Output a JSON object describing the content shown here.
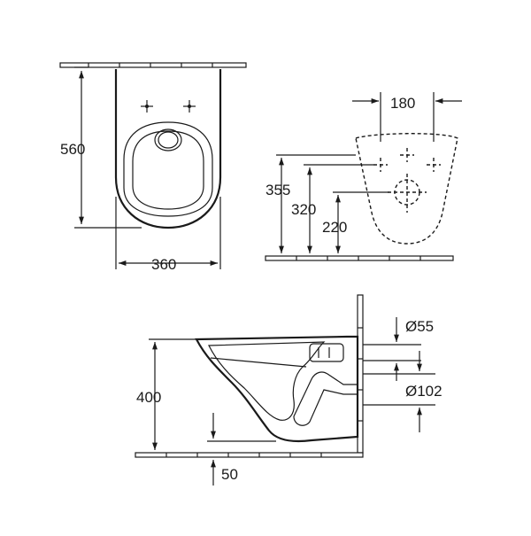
{
  "dimensions": {
    "top_depth": "560",
    "top_width": "360",
    "bolt_spacing": "180",
    "height_355": "355",
    "height_320": "320",
    "height_220": "220",
    "rim_height": "400",
    "drain_offset": "50",
    "inlet_diameter": "Ø55",
    "outlet_diameter": "Ø102"
  },
  "colors": {
    "line": "#1a1a1a",
    "background": "#ffffff"
  }
}
